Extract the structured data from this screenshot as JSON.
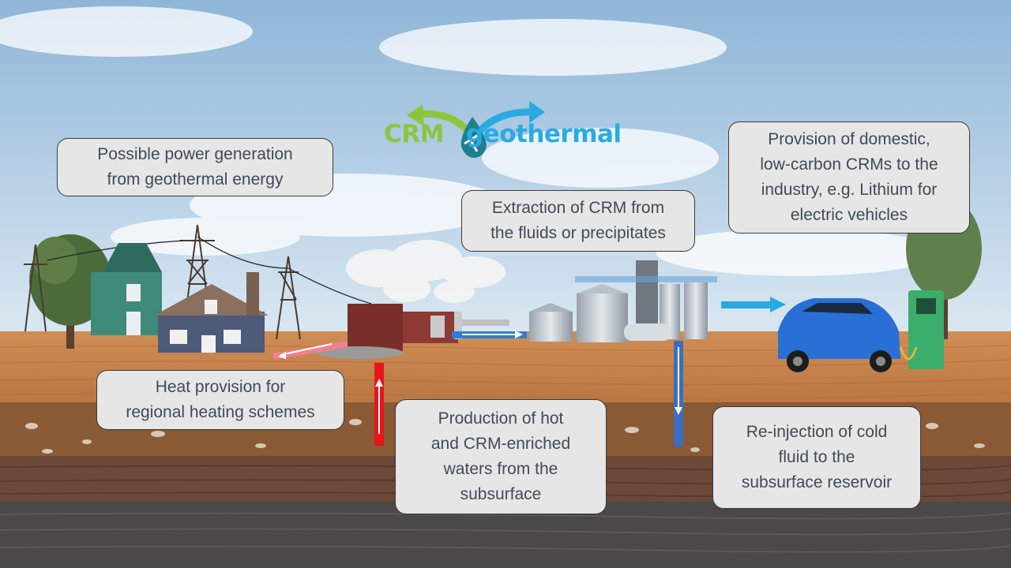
{
  "logo": {
    "part1": "CRM",
    "part2": "geothermal",
    "colors": {
      "green": "#8cc63f",
      "blue": "#29abe2",
      "teal": "#1f7f8c"
    }
  },
  "callouts": {
    "power_generation": "Possible power generation\nfrom geothermal energy",
    "crm_extraction": "Extraction of CRM from\nthe fluids or precipitates",
    "domestic_crm": "Provision of domestic,\nlow-carbon CRMs to the\nindustry, e.g. Lithium for\nelectric vehicles",
    "heat_provision": "Heat provision for\nregional heating schemes",
    "production": "Production of hot\nand CRM-enriched\nwaters from the\nsubsurface",
    "reinjection": "Re-injection of cold\nfluid to the\nsubsurface reservoir"
  },
  "colors": {
    "sky_top": "#8fb6d8",
    "sky_bottom": "#d6e6f2",
    "topsoil": "#c9874f",
    "gravel": "#8a5a35",
    "rock": "#6b4a3a",
    "bedrock": "#4a4848",
    "hot_well": "#e8141c",
    "cold_well": "#3a6ec0",
    "heat_arrow": "#f08090",
    "flow_arrow": "#2f7fd0",
    "car": "#2a6fd6",
    "charger": "#3aae6a"
  }
}
